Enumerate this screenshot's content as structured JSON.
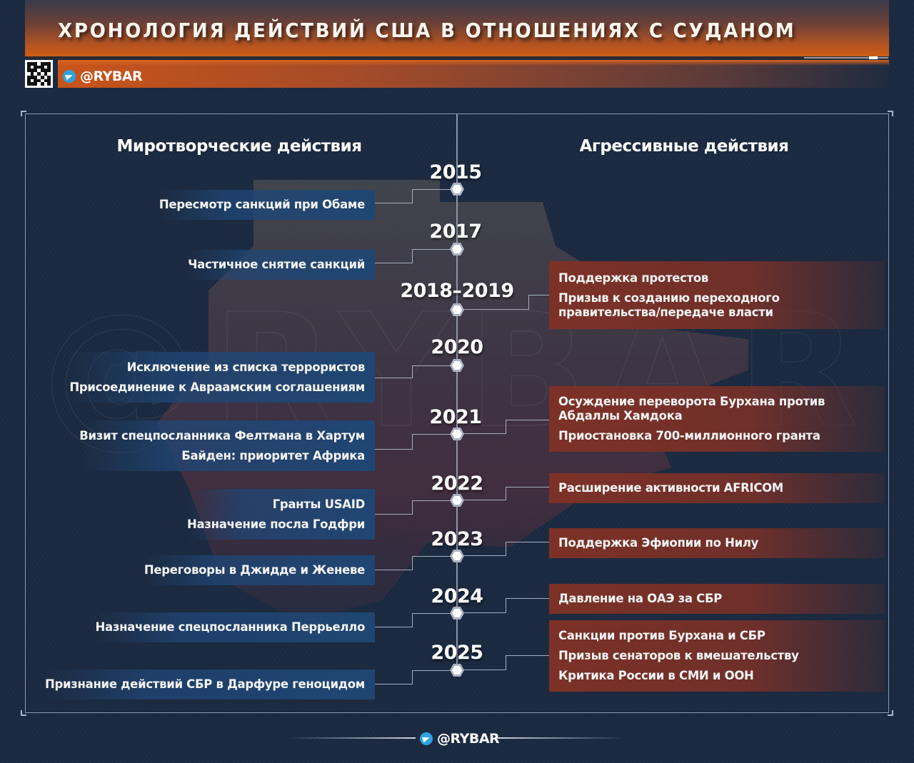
{
  "header": {
    "title": "ХРОНОЛОГИЯ ДЕЙСТВИЙ США В ОТНОШЕНИЯХ С СУДАНОМ",
    "brand": "@RYBAR",
    "icons": [
      "qr-code-icon",
      "telegram-icon"
    ]
  },
  "columns": {
    "left_heading": "Миротворческие действия",
    "right_heading": "Агрессивные действия"
  },
  "watermark": "@RYBAR",
  "timeline": [
    {
      "year": "2015",
      "peace": [
        "Пересмотр санкций при Обаме"
      ],
      "aggressive": []
    },
    {
      "year": "2017",
      "peace": [
        "Частичное снятие санкций"
      ],
      "aggressive": []
    },
    {
      "year": "2018–2019",
      "peace": [],
      "aggressive": [
        "Поддержка протестов",
        "Призыв к созданию переходного правительства/передаче власти"
      ]
    },
    {
      "year": "2020",
      "peace": [
        "Исключение из списка террористов",
        "Присоединение к Авраамским соглашениям"
      ],
      "aggressive": []
    },
    {
      "year": "2021",
      "peace": [
        "Визит спецпосланника Фелтмана в Хартум",
        "Байден: приоритет Африка"
      ],
      "aggressive": [
        "Осуждение переворота Бурхана против Абдаллы Хамдока",
        "Приостановка 700-миллионного гранта"
      ]
    },
    {
      "year": "2022",
      "peace": [
        "Гранты USAID",
        "Назначение посла Годфри"
      ],
      "aggressive": [
        "Расширение активности AFRICOM"
      ]
    },
    {
      "year": "2023",
      "peace": [
        "Переговоры в Джидде и Женеве"
      ],
      "aggressive": [
        "Поддержка Эфиопии по Нилу"
      ]
    },
    {
      "year": "2024",
      "peace": [
        "Назначение спецпосланника Перрьелло"
      ],
      "aggressive": [
        "Давление на ОАЭ за СБР"
      ]
    },
    {
      "year": "2025",
      "peace": [
        "Признание действий СБР в Дарфуре геноцидом"
      ],
      "aggressive": [
        "Санкции против Бурхана и СБР",
        "Призыв сенаторов к вмешательству",
        "Критика России в СМИ и ООН"
      ]
    }
  ],
  "aggr_multiline": {
    "y2018_line2a": "Призыв к созданию переходного",
    "y2018_line2b": "правительства/передаче власти",
    "y2021_line1a": "Осуждение переворота Бурхана против",
    "y2021_line1b": "Абдаллы Хамдока"
  },
  "footer": {
    "brand": "@RYBAR"
  },
  "colors": {
    "background": "#1b2a40",
    "header_orange": "#d05e14",
    "peace_box": "#1f4672",
    "aggressive_box": "#7c3126",
    "timeline_line": "#8c95a6",
    "telegram_blue": "#2ea3df"
  }
}
